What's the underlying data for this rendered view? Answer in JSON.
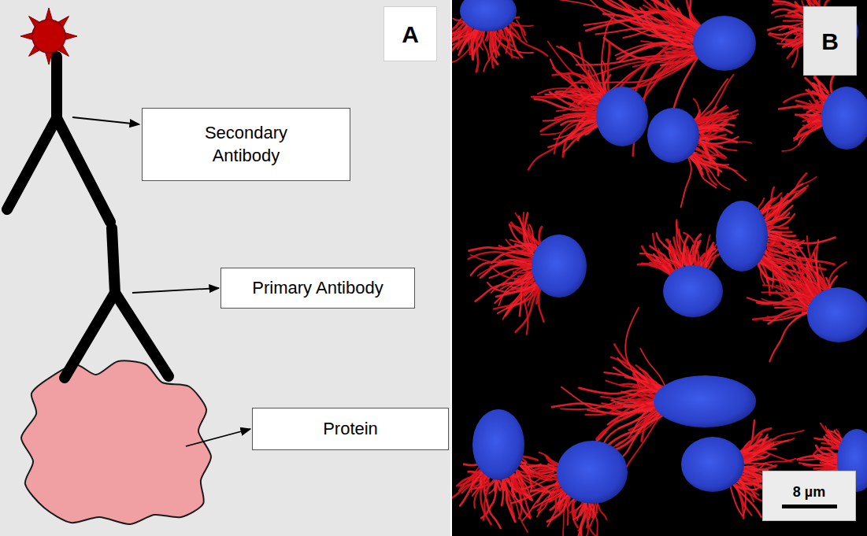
{
  "diagram": {
    "nodes": [
      {
        "text": [
          "A"
        ]
      },
      {
        "text": [
          "B"
        ]
      },
      {
        "text": [
          "Secondary Antibody"
        ]
      },
      {
        "text": [
          "Primary Antibody"
        ]
      },
      {
        "text": [
          "Protein"
        ]
      },
      {
        "text": [
          "8 µm"
        ]
      }
    ]
  }
}
